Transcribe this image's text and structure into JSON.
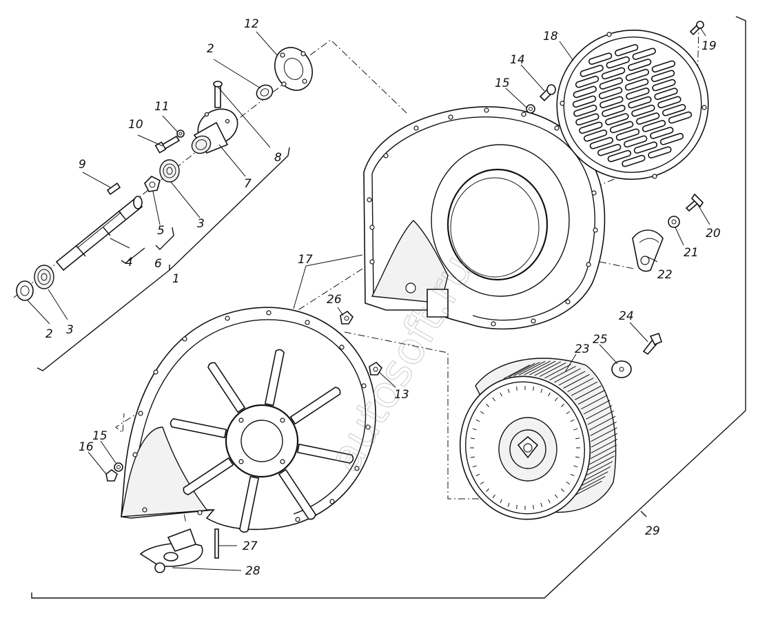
{
  "watermark": "autosoft.ru",
  "callouts": [
    {
      "id": "c1",
      "label": "1"
    },
    {
      "id": "c2a",
      "label": "2"
    },
    {
      "id": "c2b",
      "label": "2"
    },
    {
      "id": "c3a",
      "label": "3"
    },
    {
      "id": "c3b",
      "label": "3"
    },
    {
      "id": "c4",
      "label": "4"
    },
    {
      "id": "c5",
      "label": "5"
    },
    {
      "id": "c6",
      "label": "6"
    },
    {
      "id": "c7",
      "label": "7"
    },
    {
      "id": "c8",
      "label": "8"
    },
    {
      "id": "c9",
      "label": "9"
    },
    {
      "id": "c10",
      "label": "10"
    },
    {
      "id": "c11",
      "label": "11"
    },
    {
      "id": "c12",
      "label": "12"
    },
    {
      "id": "c13",
      "label": "13"
    },
    {
      "id": "c14",
      "label": "14"
    },
    {
      "id": "c15a",
      "label": "15"
    },
    {
      "id": "c15b",
      "label": "15"
    },
    {
      "id": "c16",
      "label": "16"
    },
    {
      "id": "c17",
      "label": "17"
    },
    {
      "id": "c18",
      "label": "18"
    },
    {
      "id": "c19",
      "label": "19"
    },
    {
      "id": "c20",
      "label": "20"
    },
    {
      "id": "c21",
      "label": "21"
    },
    {
      "id": "c22",
      "label": "22"
    },
    {
      "id": "c23",
      "label": "23"
    },
    {
      "id": "c24",
      "label": "24"
    },
    {
      "id": "c25",
      "label": "25"
    },
    {
      "id": "c26",
      "label": "26"
    },
    {
      "id": "c27",
      "label": "27"
    },
    {
      "id": "c28",
      "label": "28"
    },
    {
      "id": "c29",
      "label": "29"
    }
  ]
}
